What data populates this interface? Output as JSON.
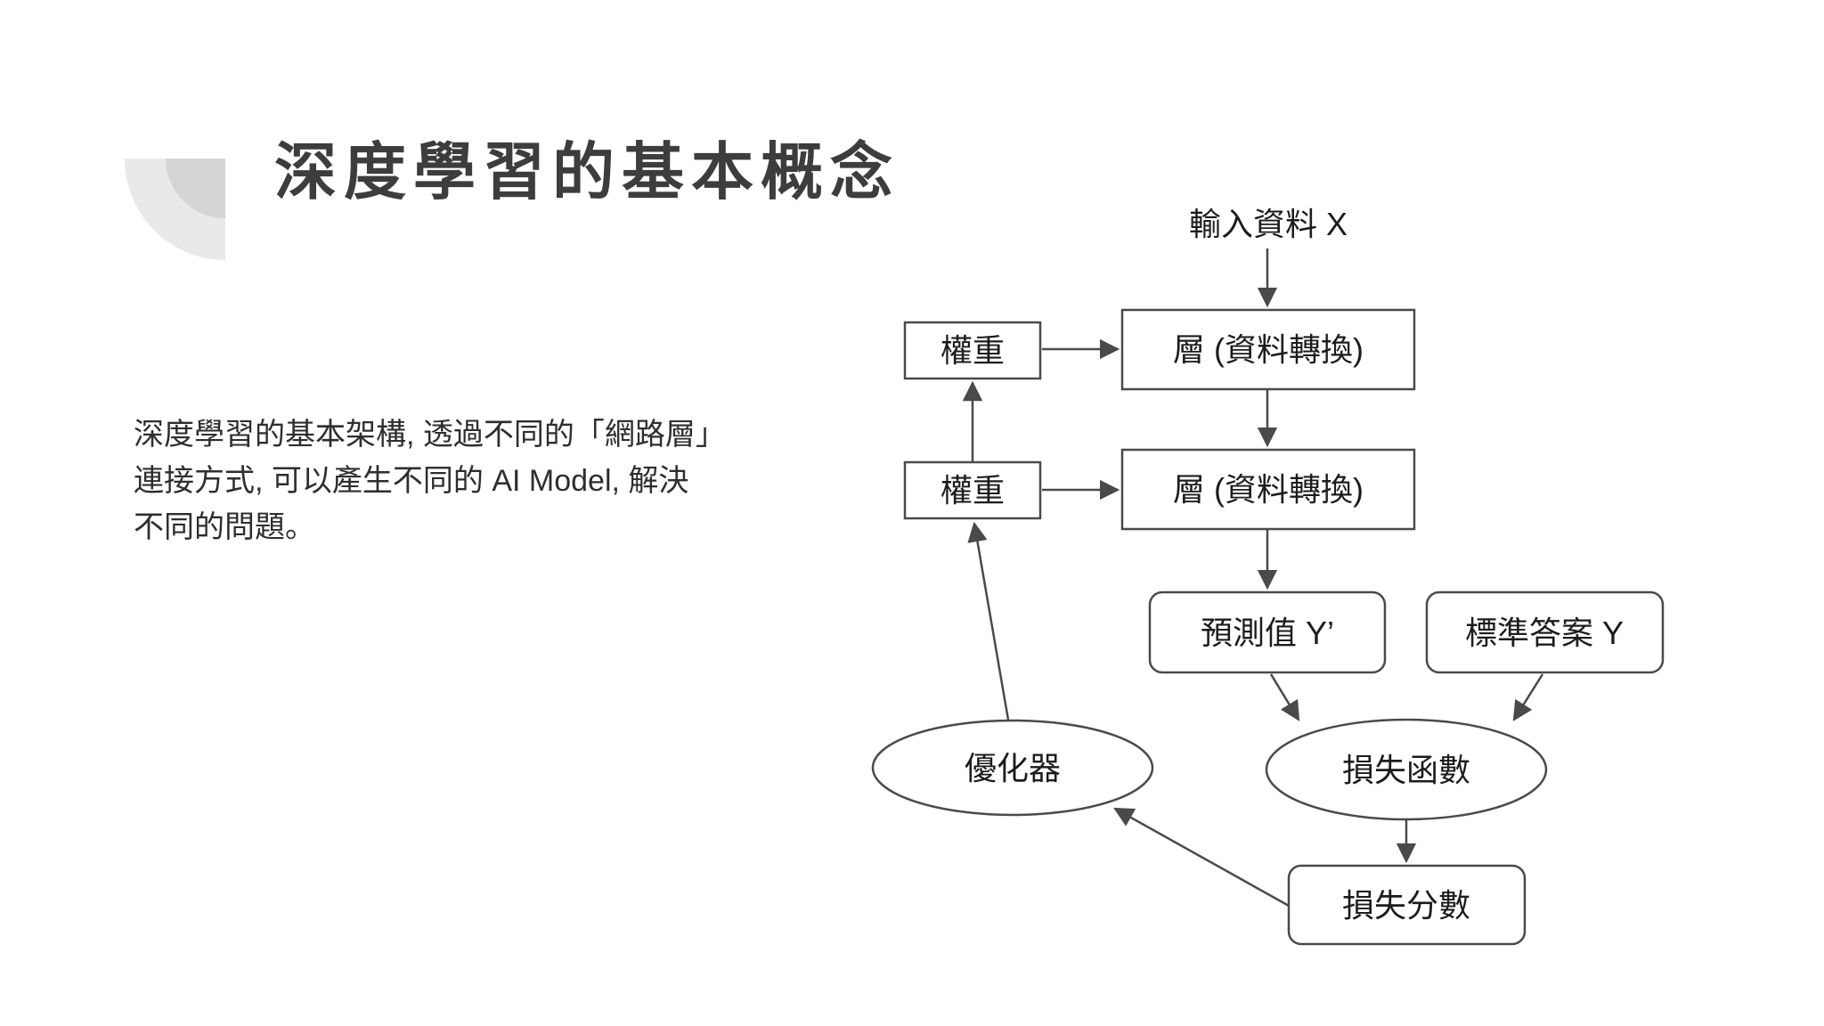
{
  "slide": {
    "title": "深度學習的基本概念",
    "body_lines": [
      "深度學習的基本架構, 透過不同的「網路層」",
      "連接方式, 可以產生不同的 AI Model, 解決",
      "不同的問題。"
    ]
  },
  "diagram": {
    "input_label": "輸入資料 X",
    "weight1": "權重",
    "weight2": "權重",
    "layer1": "層 (資料轉換)",
    "layer2": "層 (資料轉換)",
    "prediction": "預測值 Y’",
    "ground_truth": "標準答案 Y",
    "loss_function": "損失函數",
    "optimizer": "優化器",
    "loss_score": "損失分數"
  },
  "colors": {
    "background": "#ffffff",
    "title": "#3d3d3d",
    "body-text": "#2e2e2e",
    "node-text": "#1c1c1c",
    "stroke": "#4a4a4a",
    "node-fill": "#ffffff",
    "deco-outer": "#e9e9e9",
    "deco-inner": "#d4d4d4"
  }
}
